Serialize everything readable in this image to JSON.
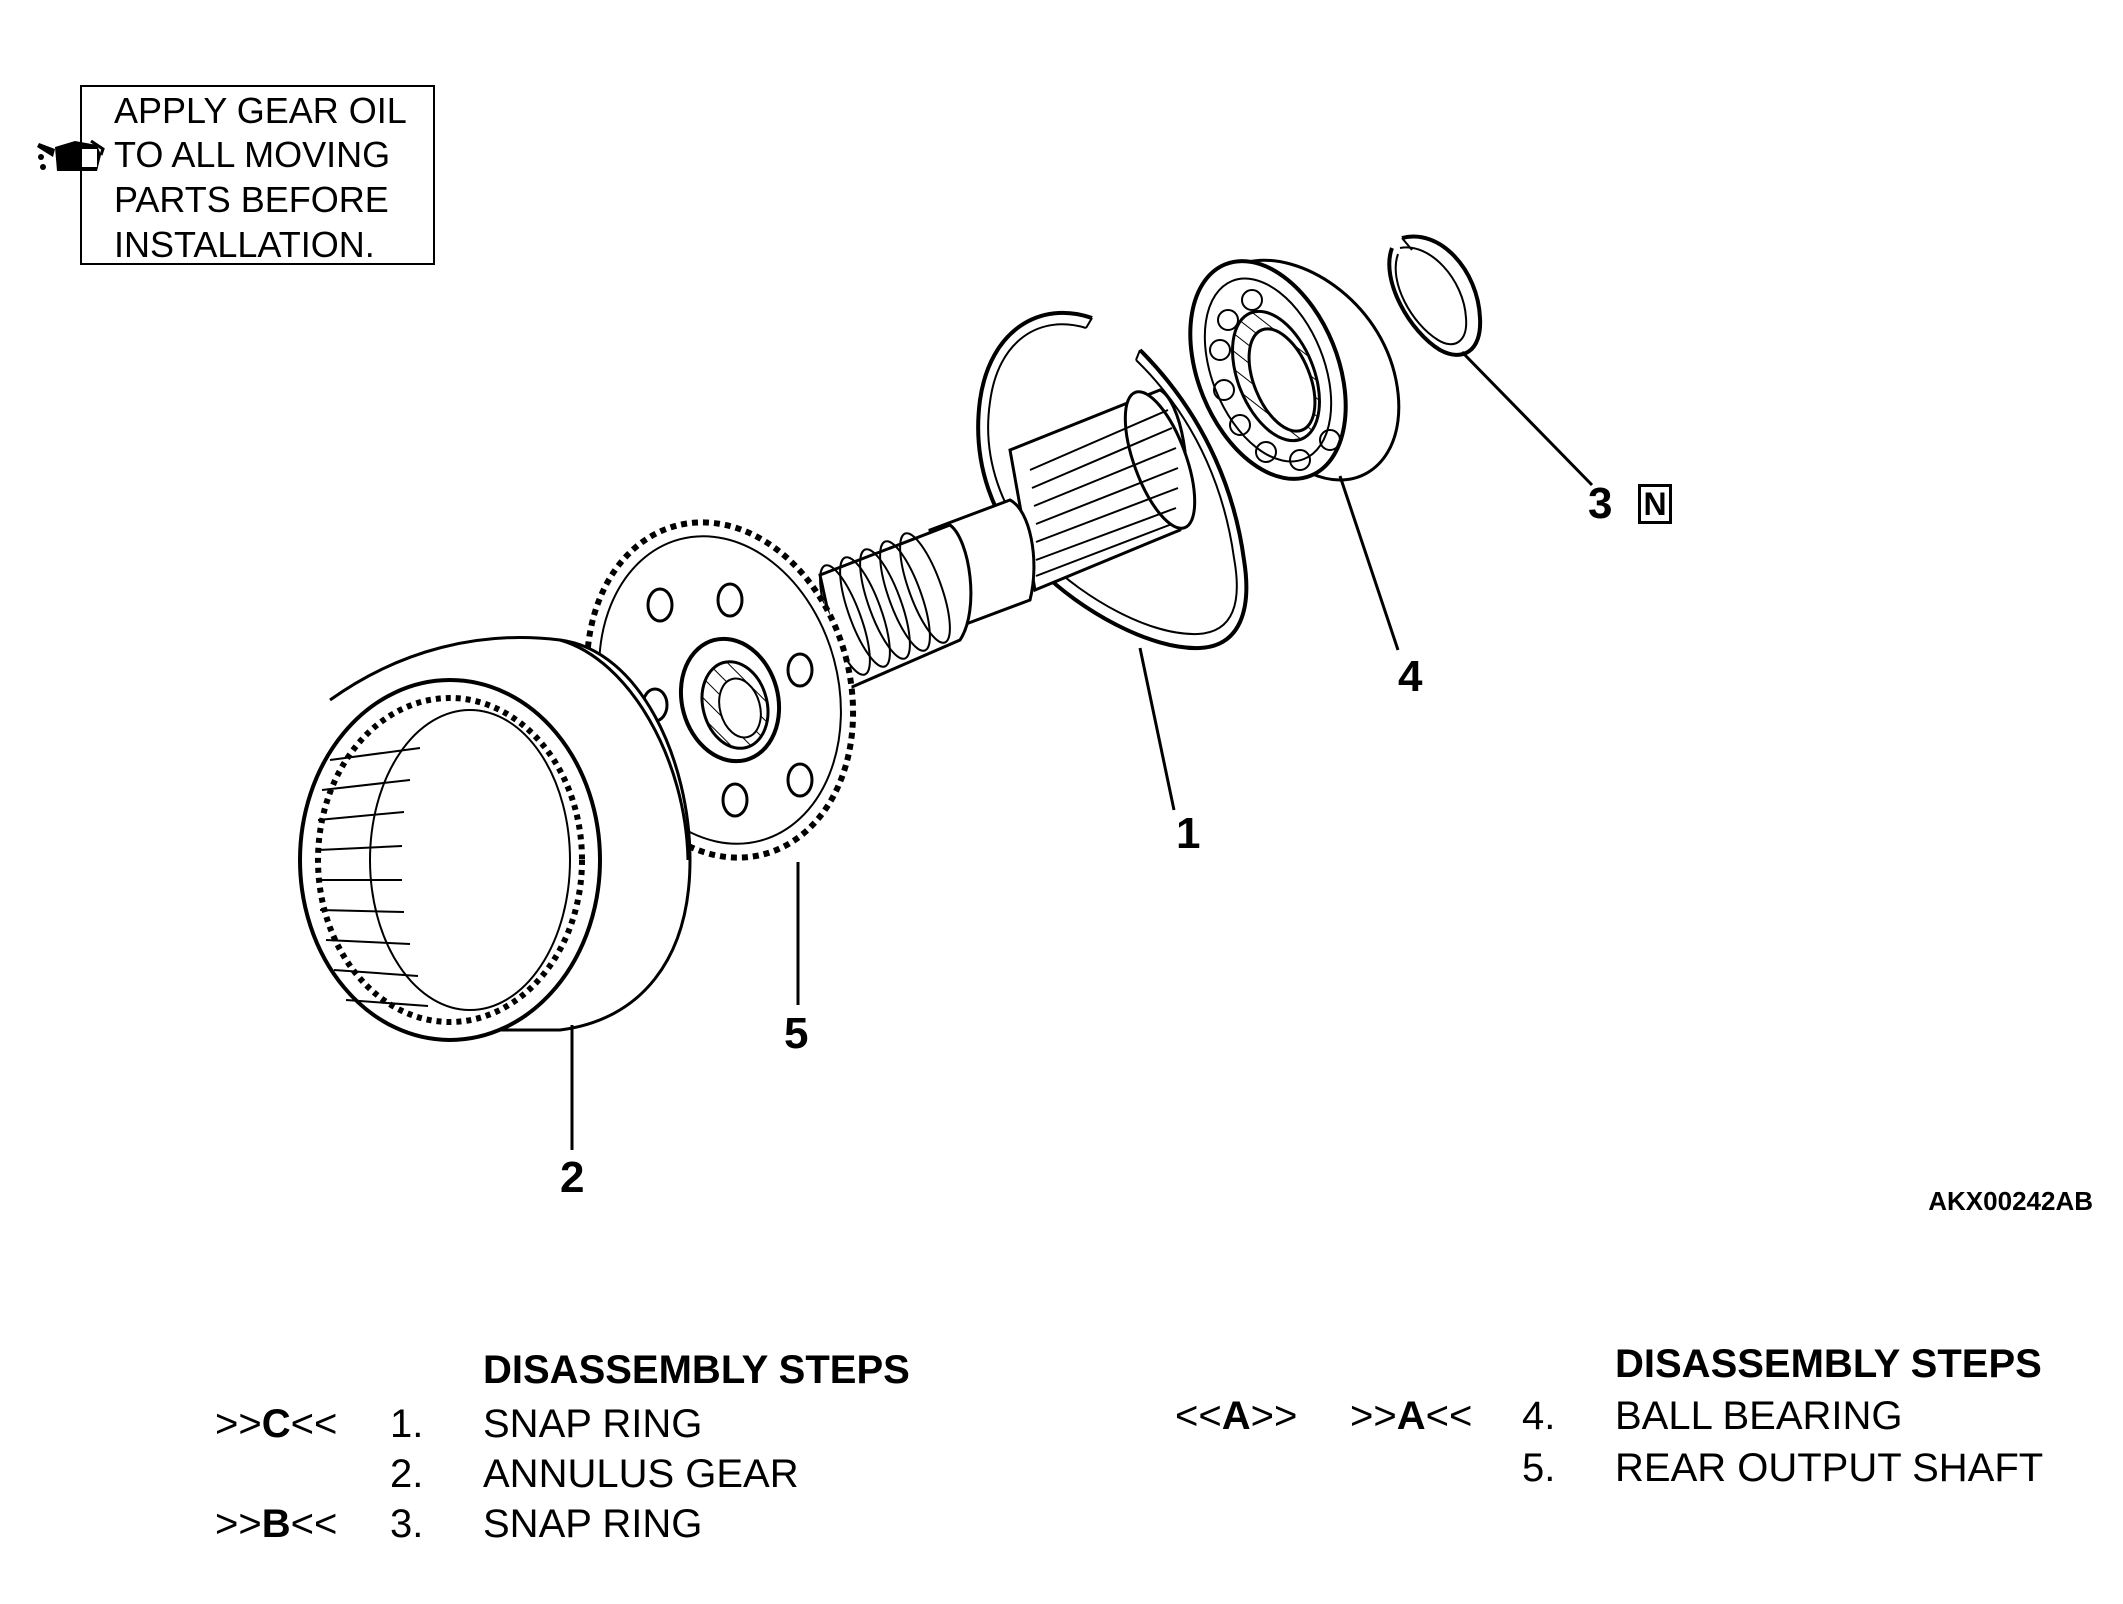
{
  "note": {
    "lines": [
      "APPLY GEAR OIL",
      "TO ALL MOVING",
      "PARTS BEFORE",
      "INSTALLATION."
    ],
    "icon": "oil-can-icon"
  },
  "callouts": [
    "1",
    "2",
    "3",
    "4",
    "5"
  ],
  "badge": "N",
  "figure_code": "AKX00242AB",
  "steps_left": {
    "title": "DISASSEMBLY STEPS",
    "rows": [
      {
        "marker_pre": ">>",
        "marker_letter": "C",
        "marker_post": "<<",
        "num": "1.",
        "label": "SNAP RING"
      },
      {
        "marker_pre": "",
        "marker_letter": "",
        "marker_post": "",
        "num": "2.",
        "label": "ANNULUS GEAR"
      },
      {
        "marker_pre": ">>",
        "marker_letter": "B",
        "marker_post": "<<",
        "num": "3.",
        "label": "SNAP RING"
      }
    ]
  },
  "steps_right": {
    "title": "DISASSEMBLY STEPS",
    "rows": [
      {
        "m1_pre": "<<",
        "m1_letter": "A",
        "m1_post": ">>",
        "m2_pre": ">>",
        "m2_letter": "A",
        "m2_post": "<<",
        "num": "4.",
        "label": "BALL BEARING"
      },
      {
        "m1_pre": "",
        "m1_letter": "",
        "m1_post": "",
        "m2_pre": "",
        "m2_letter": "",
        "m2_post": "",
        "num": "5.",
        "label": "REAR OUTPUT SHAFT"
      }
    ]
  }
}
